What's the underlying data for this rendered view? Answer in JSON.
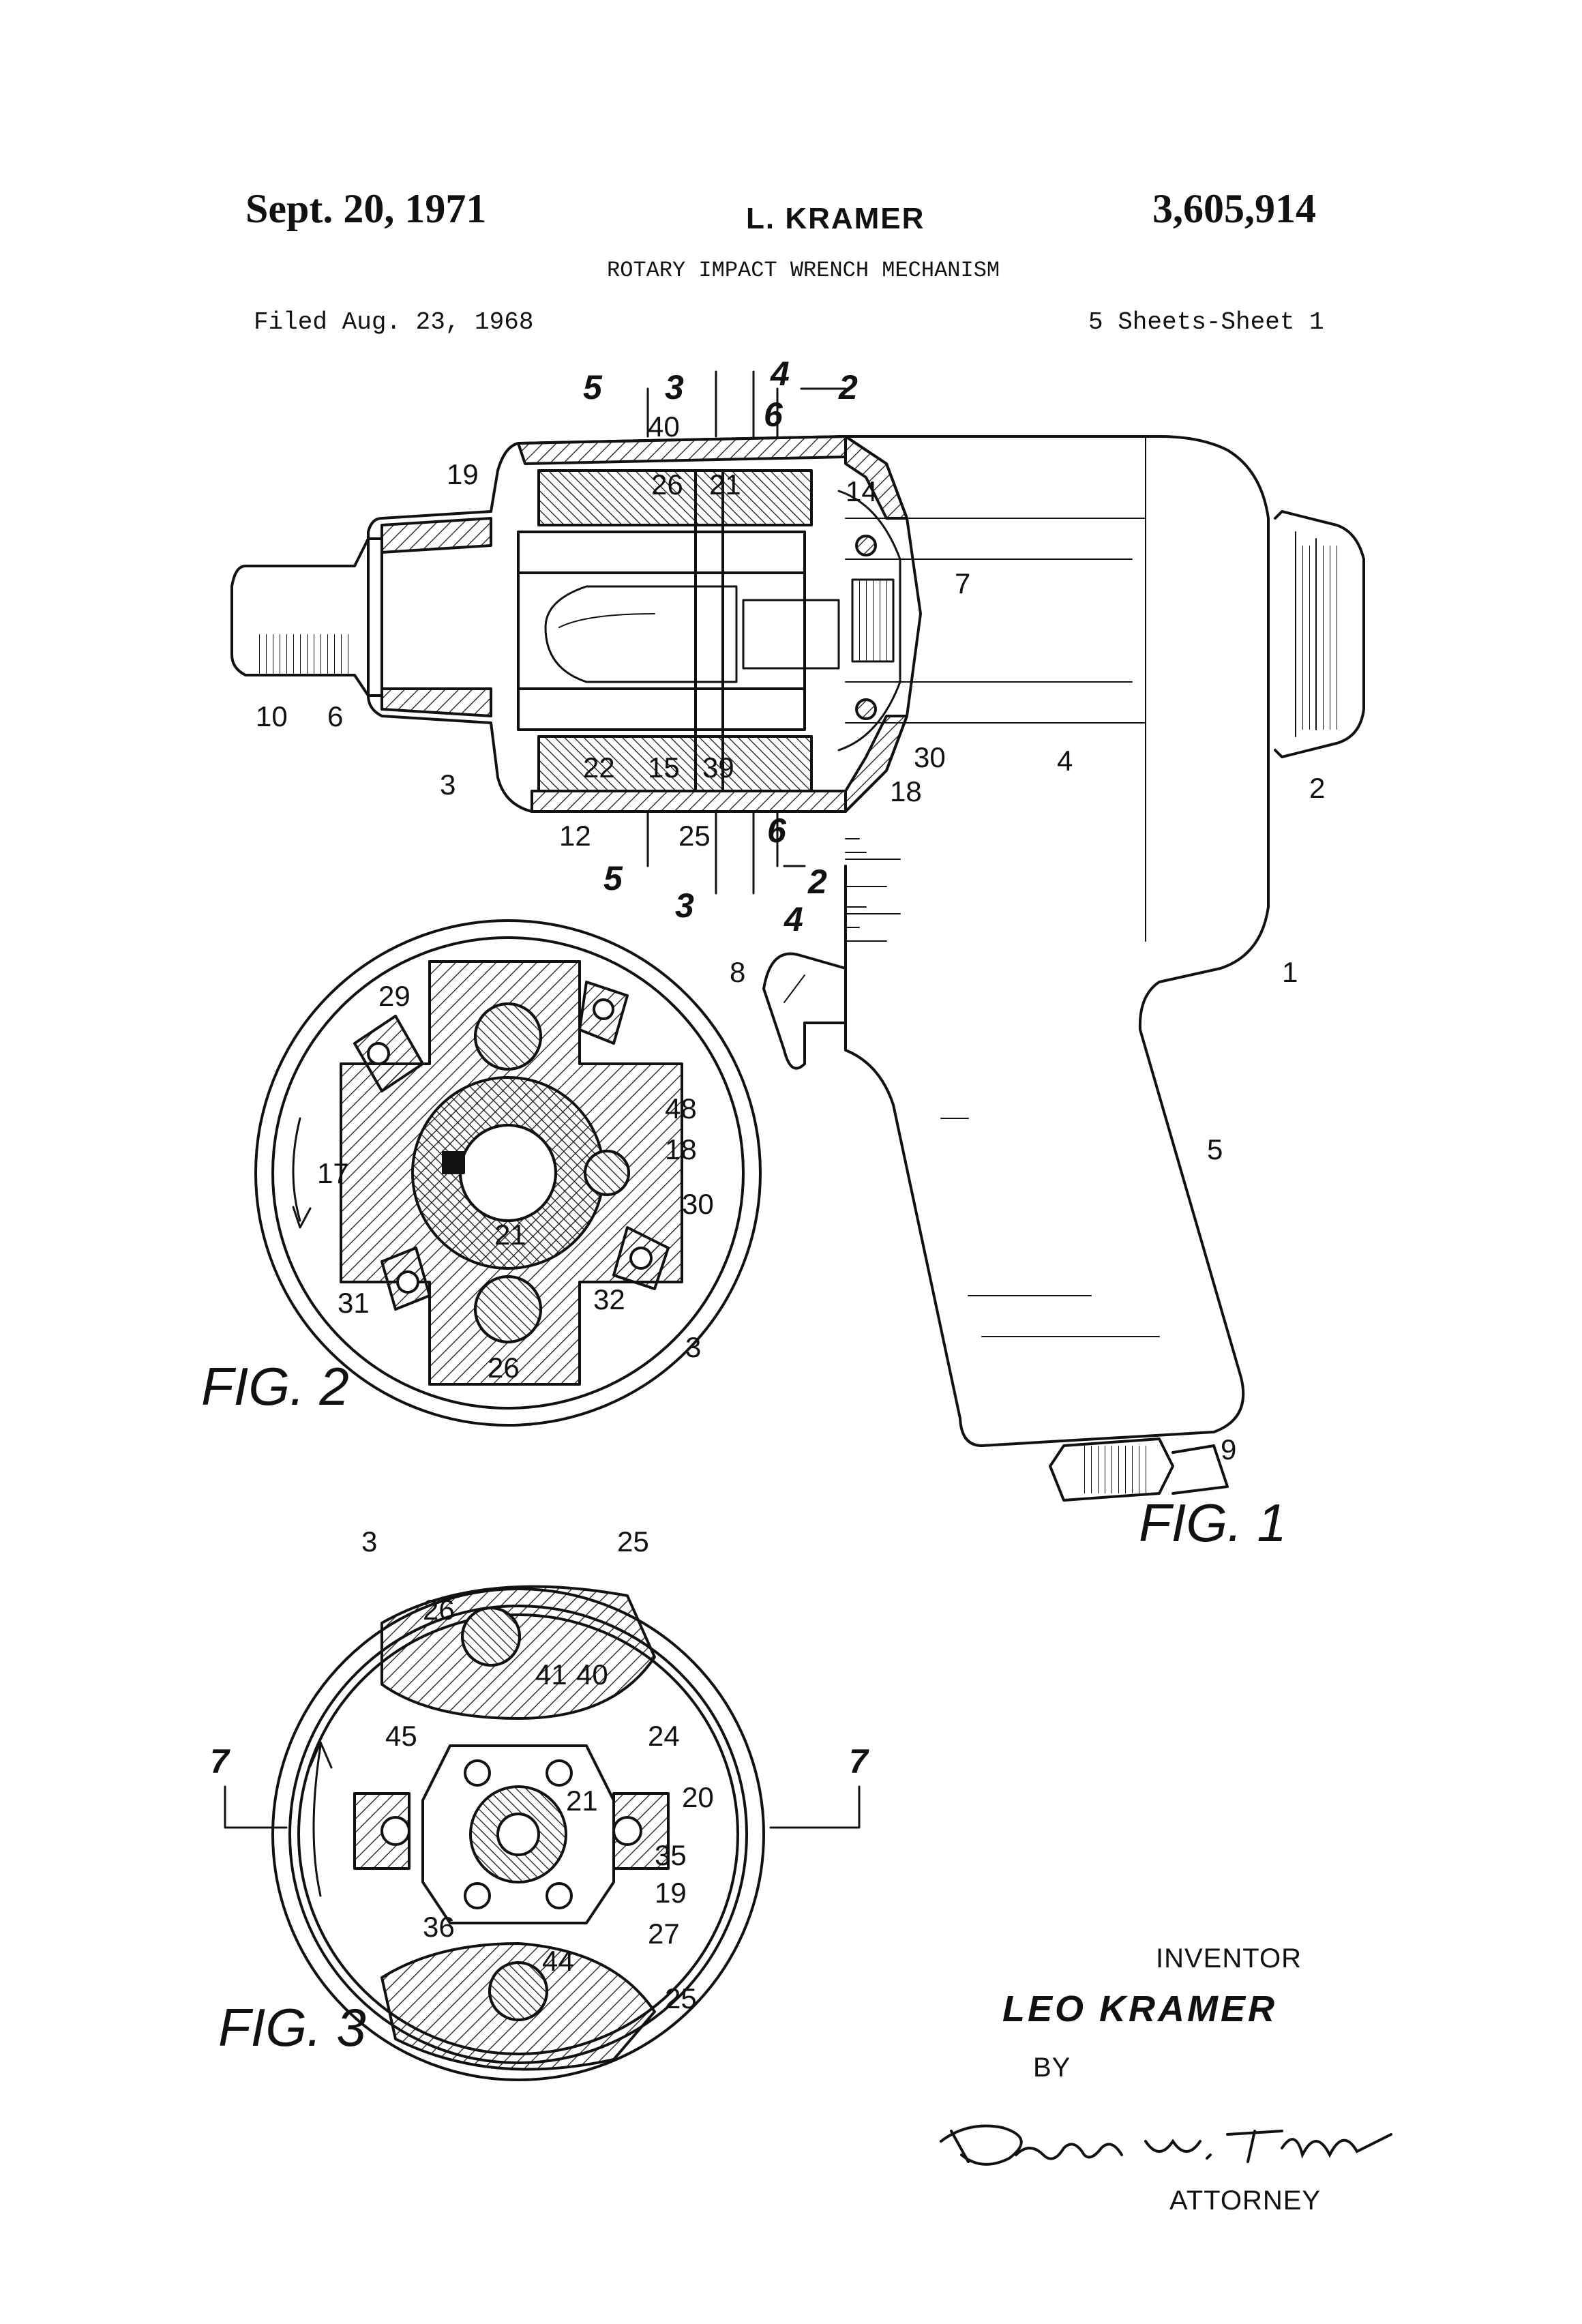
{
  "header": {
    "date": "Sept. 20, 1971",
    "inventor_short": "L. KRAMER",
    "patent_number": "3,605,914",
    "title": "ROTARY IMPACT WRENCH MECHANISM",
    "filed": "Filed Aug. 23, 1968",
    "sheets": "5 Sheets-Sheet 1"
  },
  "figures": {
    "fig1": "FIG. 1",
    "fig2": "FIG. 2",
    "fig3": "FIG. 3"
  },
  "fig1_labels": [
    "19",
    "40",
    "26",
    "21",
    "14",
    "7",
    "10",
    "6",
    "3",
    "22",
    "15",
    "39",
    "30",
    "18",
    "12",
    "25",
    "4",
    "2",
    "1",
    "8",
    "5",
    "9"
  ],
  "fig2_labels": [
    "29",
    "48",
    "18",
    "17",
    "21",
    "30",
    "31",
    "32",
    "26",
    "3"
  ],
  "fig3_labels": [
    "3",
    "25",
    "26",
    "41",
    "40",
    "24",
    "45",
    "21",
    "20",
    "35",
    "19",
    "36",
    "44",
    "27",
    "25"
  ],
  "section_markers": [
    "5",
    "3",
    "4",
    "2",
    "6",
    "5",
    "3",
    "6",
    "2",
    "4",
    "7",
    "7"
  ],
  "signature_block": {
    "inventor_label": "INVENTOR",
    "inventor_name": "LEO KRAMER",
    "by": "BY",
    "attorney_label": "ATTORNEY"
  }
}
